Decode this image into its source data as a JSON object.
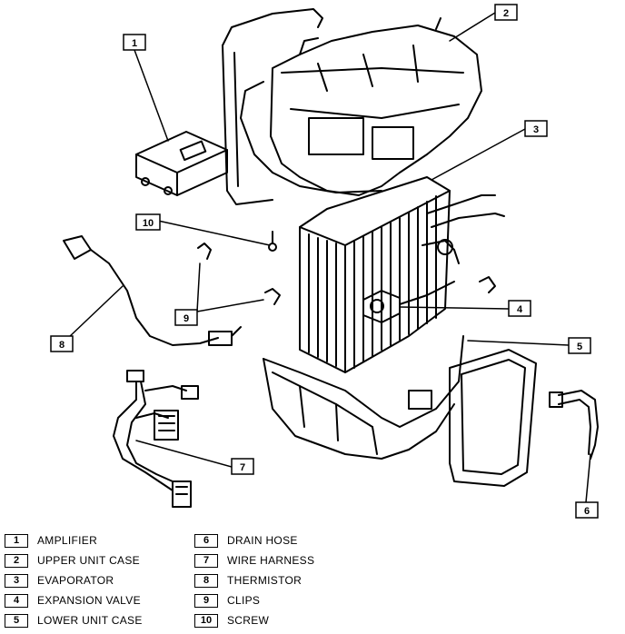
{
  "callouts": [
    "1",
    "2",
    "3",
    "4",
    "5",
    "6",
    "7",
    "8",
    "9",
    "10"
  ],
  "legend": {
    "left": [
      {
        "num": "1",
        "label": "AMPLIFIER"
      },
      {
        "num": "2",
        "label": "UPPER UNIT CASE"
      },
      {
        "num": "3",
        "label": "EVAPORATOR"
      },
      {
        "num": "4",
        "label": "EXPANSION VALVE"
      },
      {
        "num": "5",
        "label": "LOWER UNIT CASE"
      }
    ],
    "right": [
      {
        "num": "6",
        "label": "DRAIN HOSE"
      },
      {
        "num": "7",
        "label": "WIRE HARNESS"
      },
      {
        "num": "8",
        "label": "THERMISTOR"
      },
      {
        "num": "9",
        "label": "CLIPS"
      },
      {
        "num": "10",
        "label": "SCREW"
      }
    ]
  }
}
